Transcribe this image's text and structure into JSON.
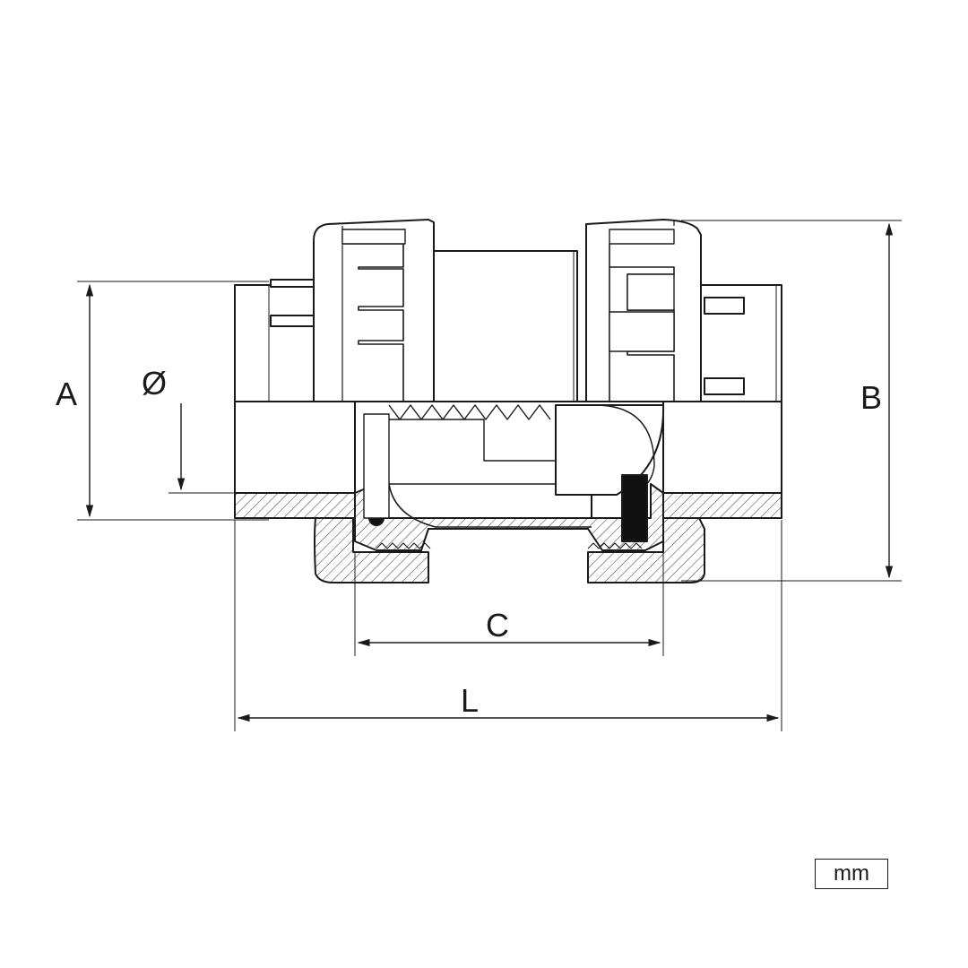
{
  "dimensions": {
    "A": "A",
    "B": "B",
    "C": "C",
    "L": "L",
    "diameter": "Ø"
  },
  "unit": "mm",
  "colors": {
    "line": "#1a1a1a",
    "hatch": "#444444",
    "fill_light": "#f2f2f2",
    "seal": "#111111"
  }
}
